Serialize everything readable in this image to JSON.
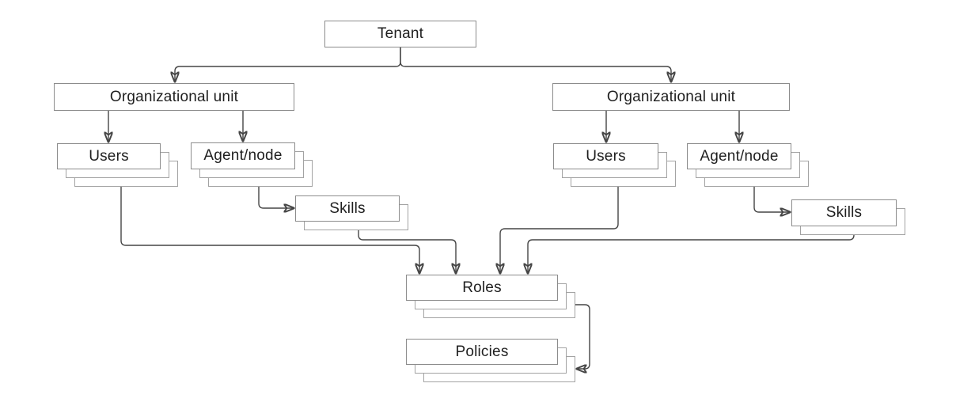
{
  "diagram": {
    "description": "Tenant hierarchy diagram",
    "nodes": {
      "tenant": {
        "label": "Tenant",
        "stacked": false
      },
      "org_unit_left": {
        "label": "Organizational unit",
        "stacked": false
      },
      "org_unit_right": {
        "label": "Organizational unit",
        "stacked": false
      },
      "users_left": {
        "label": "Users",
        "stacked": true
      },
      "agent_node_left": {
        "label": "Agent/node",
        "stacked": true
      },
      "skills_left": {
        "label": "Skills",
        "stacked": true
      },
      "users_right": {
        "label": "Users",
        "stacked": true
      },
      "agent_node_right": {
        "label": "Agent/node",
        "stacked": true
      },
      "skills_right": {
        "label": "Skills",
        "stacked": true
      },
      "roles": {
        "label": "Roles",
        "stacked": true
      },
      "policies": {
        "label": "Policies",
        "stacked": true
      }
    },
    "edges": [
      {
        "from": "tenant",
        "to": "org_unit_left"
      },
      {
        "from": "tenant",
        "to": "org_unit_right"
      },
      {
        "from": "org_unit_left",
        "to": "users_left"
      },
      {
        "from": "org_unit_left",
        "to": "agent_node_left"
      },
      {
        "from": "agent_node_left",
        "to": "skills_left"
      },
      {
        "from": "users_left",
        "to": "roles"
      },
      {
        "from": "skills_left",
        "to": "roles"
      },
      {
        "from": "org_unit_right",
        "to": "users_right"
      },
      {
        "from": "org_unit_right",
        "to": "agent_node_right"
      },
      {
        "from": "agent_node_right",
        "to": "skills_right"
      },
      {
        "from": "users_right",
        "to": "roles"
      },
      {
        "from": "skills_right",
        "to": "roles"
      },
      {
        "from": "roles",
        "to": "policies"
      }
    ]
  },
  "colors": {
    "line": "#454545",
    "box_border": "#8c8c8c",
    "stack_border": "#a3a3a3",
    "box_fill": "#ffffff",
    "text": "#1f1f1f",
    "bg": "#ffffff"
  }
}
